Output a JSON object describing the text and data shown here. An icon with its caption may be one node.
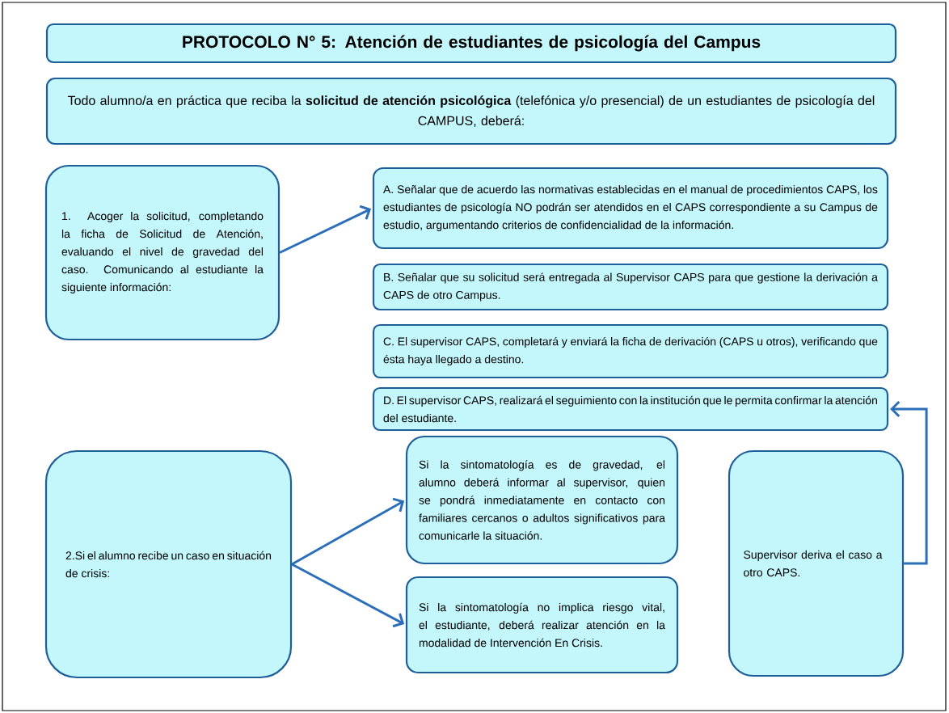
{
  "diagram": {
    "nodes": [
      {
        "text": [
          "PROTOCOLO N° 5: Atención de estudiantes de psicología del Campus"
        ]
      },
      {
        "text": [
          "Todo alumno/a en práctica que reciba la **solicitud de atención psicológica** (telefónica y/o presencial) de un estudiantes de psicología del CAMPUS, deberá:"
        ]
      },
      {
        "text": [
          "1. Acoger la solicitud, completando la ficha de Solicitud de Atención, evaluando el nivel de gravedad del caso. Comunicando al estudiante la siguiente información:"
        ]
      },
      {
        "text": [
          "A. Señalar que de acuerdo las normativas establecidas en el manual de procedimientos CAPS, los estudiantes de psicología NO podrán ser atendidos en el CAPS correspondiente a su Campus de estudio, argumentando criterios de confidencialidad de la información."
        ]
      },
      {
        "text": [
          "B. Señalar que su solicitud será entregada al Supervisor CAPS para que gestione la derivación a CAPS de otro Campus."
        ]
      },
      {
        "text": [
          "C. El supervisor CAPS, completará y enviará la ficha de derivación (CAPS u otros), verificando que ésta haya llegado a destino."
        ]
      },
      {
        "text": [
          "D. El supervisor CAPS, realizará el seguimiento con la institución que le permita confirmar la atención del estudiante."
        ]
      },
      {
        "text": [
          "2.Si el alumno recibe un caso en situación de crisis:"
        ]
      },
      {
        "text": [
          "Si la sintomatología es de gravedad, el alumno deberá informar al supervisor, quien se pondrá inmediatamente en contacto con familiares cercanos o adultos significativos para comunicarle la situación."
        ]
      },
      {
        "text": [
          "Si la sintomatología no implica riesgo vital, el estudiante, deberá realizar atención en la modalidad de Intervención En Crisis."
        ]
      },
      {
        "text": [
          "Supervisor deriva el caso a otro CAPS."
        ]
      }
    ],
    "edges": [
      {
        "from": 2,
        "to": 3,
        "arrow": "to"
      },
      {
        "from": 7,
        "to": 8,
        "arrow": "to"
      },
      {
        "from": 7,
        "to": 9,
        "arrow": "to"
      },
      {
        "from": 10,
        "to": 6,
        "arrow": "to"
      }
    ]
  }
}
